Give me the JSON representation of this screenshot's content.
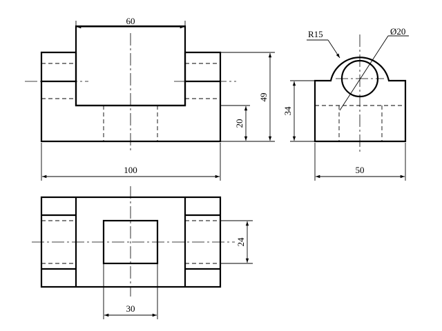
{
  "dimensions": {
    "top_width": "60",
    "total_width": "100",
    "total_height": "49",
    "base_height": "20",
    "radius": "R15",
    "hole_dia": "Ø20",
    "side_height": "34",
    "side_width": "50",
    "plan_depth": "24",
    "plan_width": "30"
  }
}
